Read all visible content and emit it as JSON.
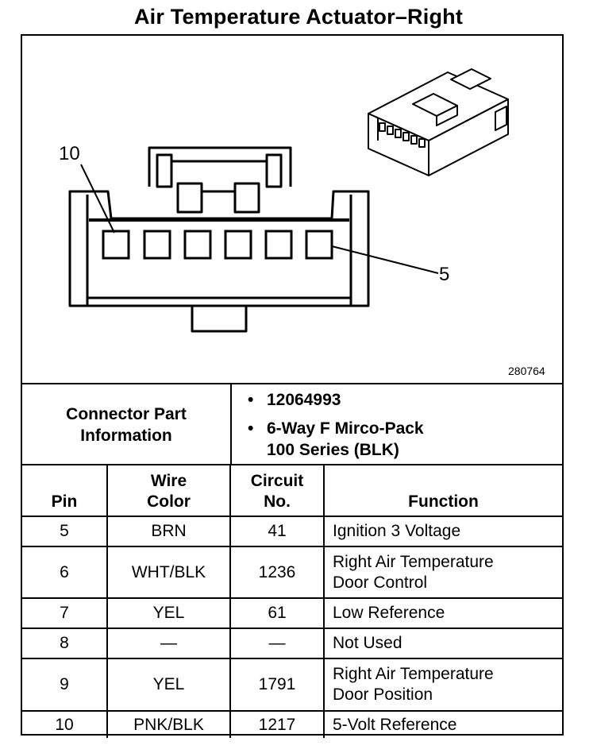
{
  "title": "Air Temperature Actuator–Right",
  "diagram": {
    "callout_pin_left": "10",
    "callout_pin_right": "5",
    "figure_number": "280764"
  },
  "connector_info": {
    "label_line1": "Connector Part",
    "label_line2": "Information",
    "bullet": "•",
    "part_number": "12064993",
    "description_line1": "6-Way F Mirco-Pack",
    "description_line2": "100 Series (BLK)"
  },
  "table": {
    "headers": {
      "pin": "Pin",
      "wire_color_line1": "Wire",
      "wire_color_line2": "Color",
      "circuit_line1": "Circuit",
      "circuit_line2": "No.",
      "function": "Function"
    },
    "rows": [
      {
        "pin": "5",
        "color": "BRN",
        "circuit": "41",
        "function_line1": "Ignition 3 Voltage",
        "function_line2": ""
      },
      {
        "pin": "6",
        "color": "WHT/BLK",
        "circuit": "1236",
        "function_line1": "Right Air Temperature",
        "function_line2": "Door Control"
      },
      {
        "pin": "7",
        "color": "YEL",
        "circuit": "61",
        "function_line1": "Low Reference",
        "function_line2": ""
      },
      {
        "pin": "8",
        "color": "—",
        "circuit": "—",
        "function_line1": "Not Used",
        "function_line2": ""
      },
      {
        "pin": "9",
        "color": "YEL",
        "circuit": "1791",
        "function_line1": "Right Air Temperature",
        "function_line2": "Door Position"
      },
      {
        "pin": "10",
        "color": "PNK/BLK",
        "circuit": "1217",
        "function_line1": "5-Volt Reference",
        "function_line2": ""
      }
    ]
  }
}
